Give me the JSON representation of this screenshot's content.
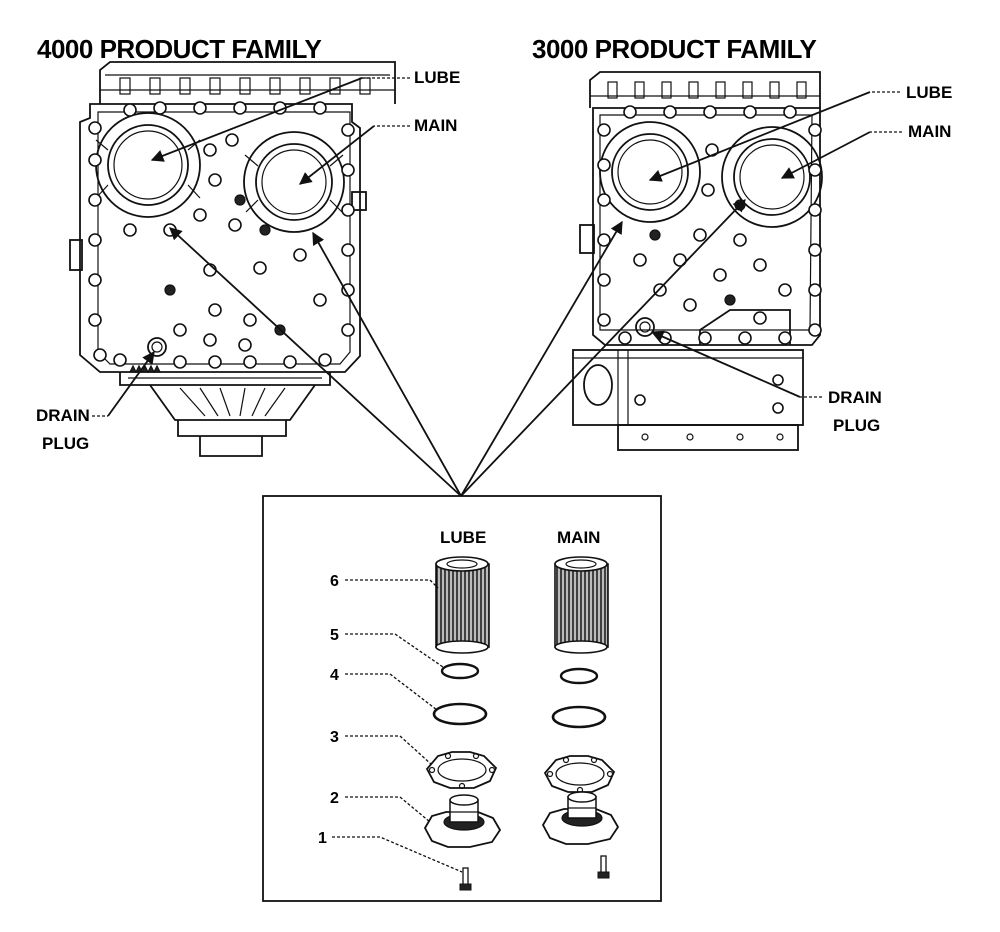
{
  "titles": {
    "left": "4000 PRODUCT FAMILY",
    "right": "3000 PRODUCT FAMILY"
  },
  "left_labels": {
    "lube": "LUBE",
    "main": "MAIN",
    "drain_line1": "DRAIN",
    "drain_line2": "PLUG"
  },
  "right_labels": {
    "lube": "LUBE",
    "main": "MAIN",
    "drain_line1": "DRAIN",
    "drain_line2": "PLUG"
  },
  "detail": {
    "col_lube": "LUBE",
    "col_main": "MAIN",
    "callouts": [
      "1",
      "2",
      "3",
      "4",
      "5",
      "6"
    ]
  }
}
